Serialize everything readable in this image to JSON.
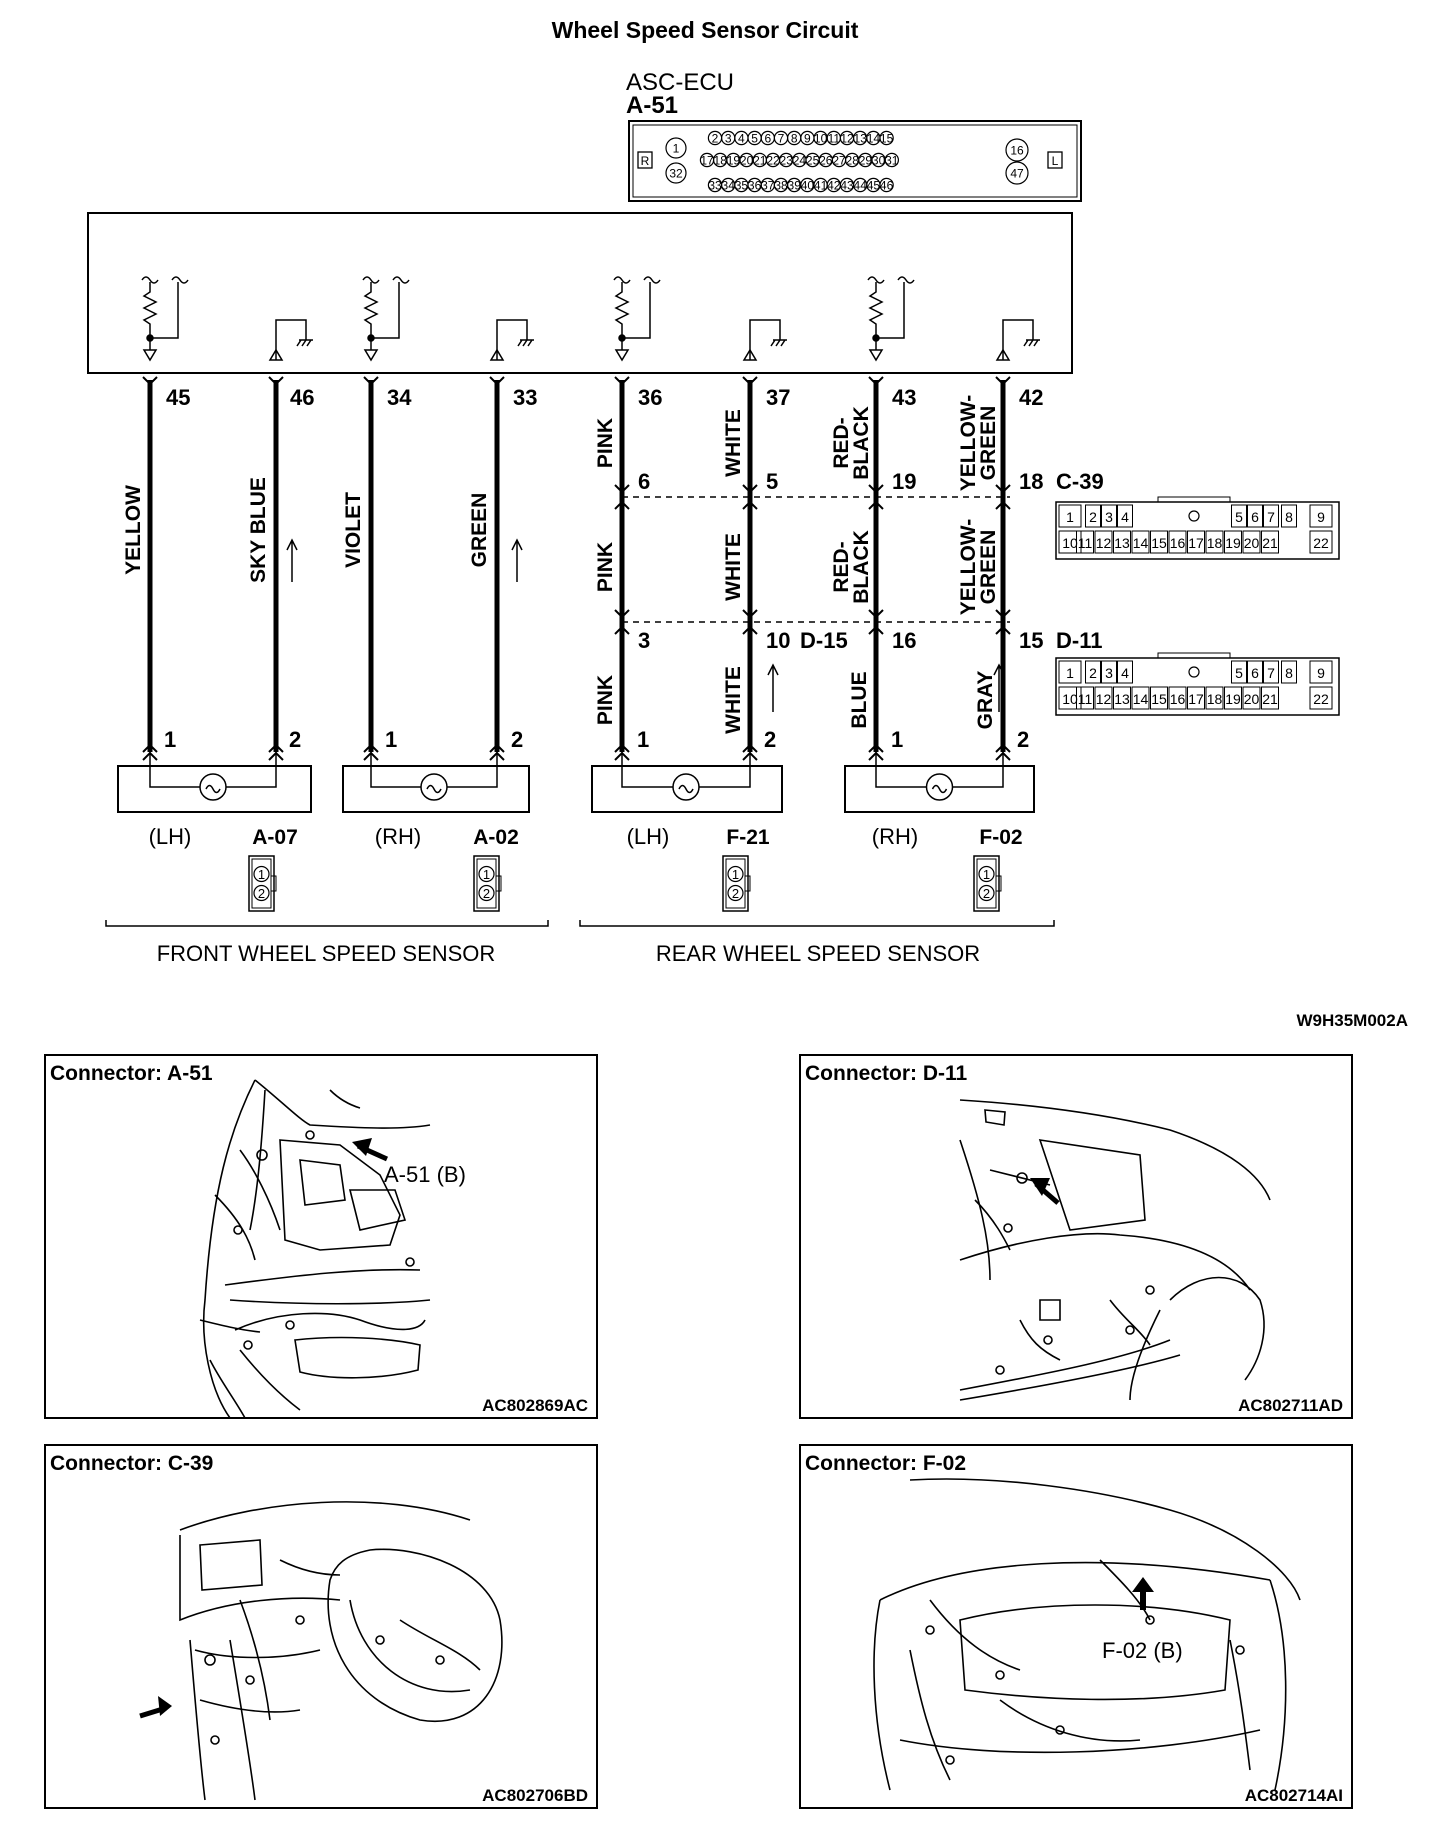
{
  "title": "Wheel Speed Sensor Circuit",
  "ecu": {
    "name": "ASC-ECU",
    "connector": "A-51",
    "side_left": "R",
    "side_right": "L"
  },
  "ecu_pins": {
    "top": [
      "2",
      "3",
      "4",
      "5",
      "6",
      "7",
      "8",
      "9",
      "10",
      "11",
      "12",
      "13",
      "14",
      "15"
    ],
    "mid": [
      "17",
      "18",
      "19",
      "20",
      "21",
      "22",
      "23",
      "24",
      "25",
      "26",
      "27",
      "28",
      "29",
      "30",
      "31"
    ],
    "bottom": [
      "33",
      "34",
      "35",
      "36",
      "37",
      "38",
      "39",
      "40",
      "41",
      "42",
      "43",
      "44",
      "45",
      "46"
    ],
    "left": [
      "1",
      "32"
    ],
    "right": [
      "16",
      "47"
    ]
  },
  "circuits": [
    {
      "pin": "45",
      "wire": "YELLOW",
      "sensor_pin": "1"
    },
    {
      "pin": "46",
      "wire": "SKY BLUE",
      "sensor_pin": "2"
    },
    {
      "pin": "34",
      "wire": "VIOLET",
      "sensor_pin": "1"
    },
    {
      "pin": "33",
      "wire": "GREEN",
      "sensor_pin": "2"
    },
    {
      "pin": "36",
      "wire_upper": "PINK",
      "c39_pin": "6",
      "wire_mid": "PINK",
      "d15_pin": "3",
      "wire_lower": "PINK",
      "sensor_pin": "1"
    },
    {
      "pin": "37",
      "wire_upper": "WHITE",
      "c39_pin": "5",
      "wire_mid": "WHITE",
      "d15_pin": "10",
      "wire_lower": "WHITE",
      "sensor_pin": "2"
    },
    {
      "pin": "43",
      "wire_upper": [
        "RED-",
        "BLACK"
      ],
      "c39_pin": "19",
      "wire_mid": [
        "RED-",
        "BLACK"
      ],
      "d11_pin": "16",
      "wire_lower": "BLUE",
      "sensor_pin": "1"
    },
    {
      "pin": "42",
      "wire_upper": [
        "YELLOW-",
        "GREEN"
      ],
      "c39_pin": "18",
      "wire_mid": [
        "YELLOW-",
        "GREEN"
      ],
      "d11_pin": "15",
      "wire_lower": "GRAY",
      "sensor_pin": "2"
    }
  ],
  "junctions": {
    "c39": "C-39",
    "d15": "D-15",
    "d11": "D-11"
  },
  "junction_pins": {
    "top": [
      "1",
      "2",
      "3",
      "4",
      "5",
      "6",
      "7",
      "8",
      "9"
    ],
    "bottom": [
      "10",
      "11",
      "12",
      "13",
      "14",
      "15",
      "16",
      "17",
      "18",
      "19",
      "20",
      "21",
      "22"
    ]
  },
  "sensors": [
    {
      "side": "(LH)",
      "connector": "A-07",
      "pins": [
        "1",
        "2"
      ]
    },
    {
      "side": "(RH)",
      "connector": "A-02",
      "pins": [
        "1",
        "2"
      ]
    },
    {
      "side": "(LH)",
      "connector": "F-21",
      "pins": [
        "1",
        "2"
      ]
    },
    {
      "side": "(RH)",
      "connector": "F-02",
      "pins": [
        "1",
        "2"
      ]
    }
  ],
  "groups": {
    "front": "FRONT WHEEL SPEED SENSOR",
    "rear": "REAR WHEEL SPEED SENSOR"
  },
  "figure_code": "W9H35M002A",
  "panels": [
    {
      "title": "Connector: A-51",
      "callout": "A-51 (B)",
      "code": "AC802869AC"
    },
    {
      "title": "Connector: D-11",
      "callout": "",
      "code": "AC802711AD"
    },
    {
      "title": "Connector: C-39",
      "callout": "",
      "code": "AC802706BD"
    },
    {
      "title": "Connector: F-02",
      "callout": "F-02 (B)",
      "code": "AC802714AI"
    }
  ]
}
